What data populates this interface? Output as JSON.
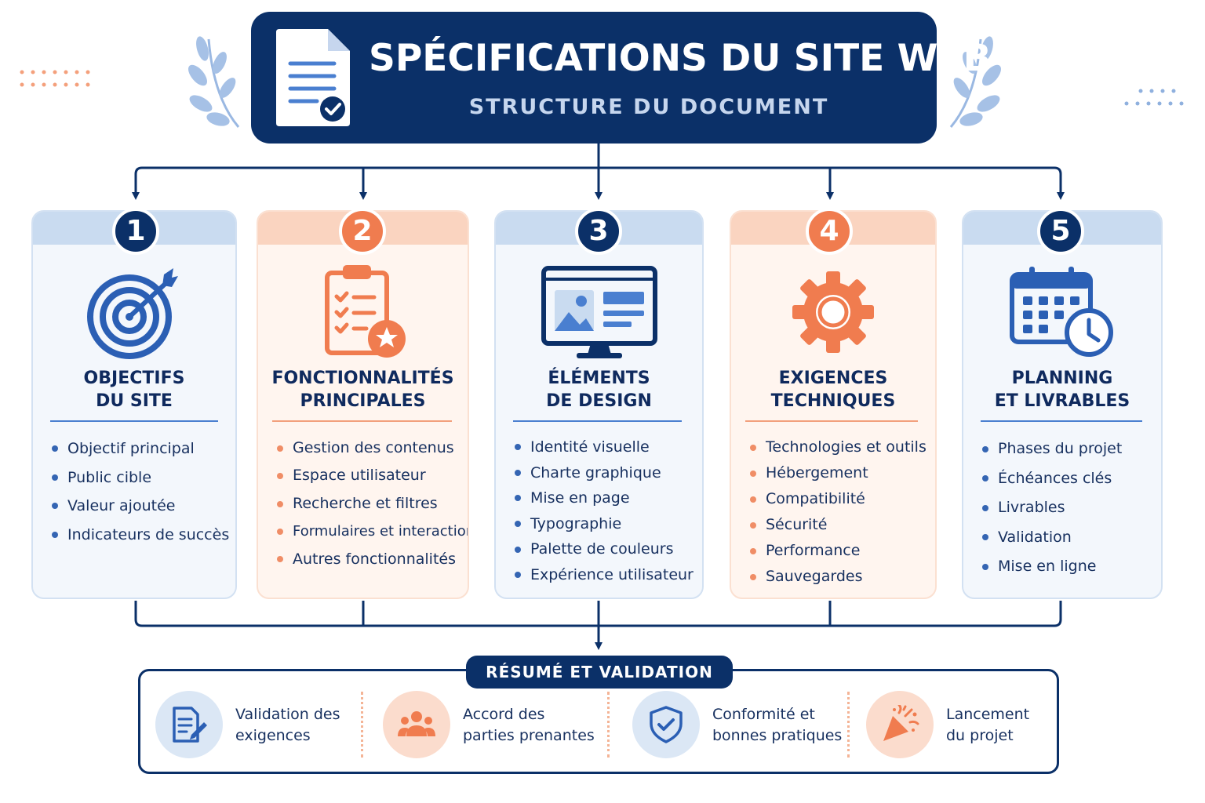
{
  "header": {
    "title": "SPÉCIFICATIONS DU SITE WEB",
    "subtitle": "STRUCTURE DU DOCUMENT"
  },
  "sections": [
    {
      "number": "1",
      "title_lines": [
        "OBJECTIFS",
        "DU SITE"
      ],
      "icon": "target-arrow-icon",
      "accent": "#0b3068",
      "items": [
        "Objectif principal",
        "Public cible",
        "Valeur ajoutée",
        "Indicateurs de succès"
      ]
    },
    {
      "number": "2",
      "title_lines": [
        "FONCTIONNALITÉS",
        "PRINCIPALES"
      ],
      "icon": "clipboard-checklist-icon",
      "accent": "#f07c4f",
      "items": [
        "Gestion des contenus",
        "Espace utilisateur",
        "Recherche et filtres",
        "Formulaires et interactions",
        "Autres fonctionnalités"
      ]
    },
    {
      "number": "3",
      "title_lines": [
        "ÉLÉMENTS",
        "DE DESIGN"
      ],
      "icon": "monitor-layout-icon",
      "accent": "#0b3068",
      "items": [
        "Identité visuelle",
        "Charte graphique",
        "Mise en page",
        "Typographie",
        "Palette de couleurs",
        "Expérience utilisateur"
      ]
    },
    {
      "number": "4",
      "title_lines": [
        "EXIGENCES",
        "TECHNIQUES"
      ],
      "icon": "gear-icon",
      "accent": "#f07c4f",
      "items": [
        "Technologies et outils",
        "Hébergement",
        "Compatibilité",
        "Sécurité",
        "Performance",
        "Sauvegardes"
      ]
    },
    {
      "number": "5",
      "title_lines": [
        "PLANNING",
        "ET LIVRABLES"
      ],
      "icon": "calendar-clock-icon",
      "accent": "#0b3068",
      "items": [
        "Phases du projet",
        "Échéances clés",
        "Livrables",
        "Validation",
        "Mise en ligne"
      ]
    }
  ],
  "summary": {
    "title": "RÉSUMÉ ET VALIDATION",
    "items": [
      {
        "icon": "document-pen-icon",
        "lines": [
          "Validation des",
          "exigences"
        ]
      },
      {
        "icon": "people-group-icon",
        "lines": [
          "Accord des",
          "parties prenantes"
        ]
      },
      {
        "icon": "shield-check-icon",
        "lines": [
          "Conformité et",
          "bonnes pratiques"
        ]
      },
      {
        "icon": "party-popper-icon",
        "lines": [
          "Lancement",
          "du projet"
        ]
      }
    ]
  },
  "colors": {
    "navy": "#0b3068",
    "orange": "#f07c4f",
    "blue_accent": "#3465b3",
    "light_blue": "#c9dbf0",
    "light_orange": "#fad4c0"
  }
}
